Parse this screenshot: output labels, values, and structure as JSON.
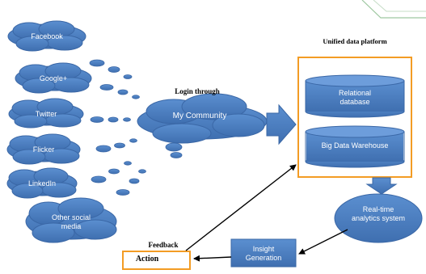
{
  "labels": {
    "login_through": "Login through",
    "unified_data_platform": "Unified data platform",
    "feedback": "Feedback"
  },
  "nodes": {
    "facebook": "Facebook",
    "google_plus": "Google+",
    "twitter": "Twitter",
    "flicker": "Flicker",
    "linkedin": "LinkedIn",
    "other_social_media": "Other social media",
    "my_community": "My Community",
    "relational_database": "Relational database",
    "big_data_warehouse": "Big Data Warehouse",
    "realtime_analytics": "Real-time analytics system",
    "insight_generation": "Insight Generation",
    "action": "Action"
  },
  "colors": {
    "node_fill": "#4f81c7",
    "node_stroke": "#3a67a6",
    "frame": "#f39c24",
    "arrow": "#000000"
  }
}
